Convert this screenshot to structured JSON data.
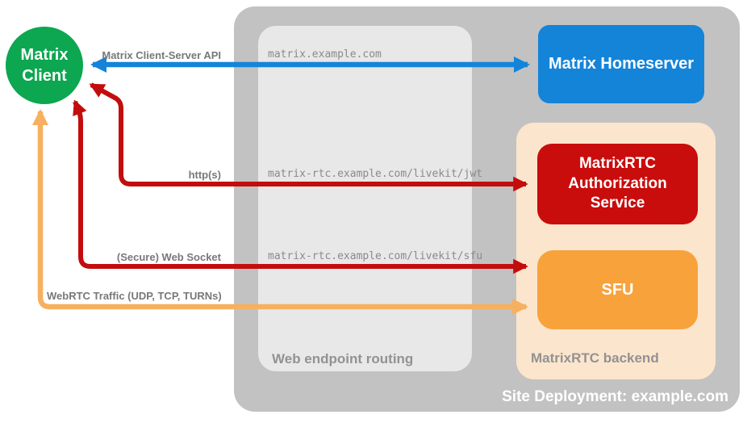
{
  "title": "MatrixRTC site deployment diagram",
  "client": {
    "label": "Matrix Client"
  },
  "homeserver": {
    "label": "Matrix Homeserver"
  },
  "site": {
    "label": "Site Deployment: example.com"
  },
  "routing": {
    "label": "Web endpoint routing",
    "endpoints": [
      "matrix.example.com",
      "matrix-rtc.example.com/livekit/jwt",
      "matrix-rtc.example.com/livekit/sfu"
    ]
  },
  "backend": {
    "label": "MatrixRTC backend",
    "auth_service": {
      "label": "MatrixRTC Authorization Service"
    },
    "sfu": {
      "label": "SFU"
    }
  },
  "connections": [
    {
      "label": "Matrix Client-Server API",
      "endpoint": "matrix.example.com",
      "color": "#1484d9",
      "bidirectional": true
    },
    {
      "label": "http(s)",
      "endpoint": "matrix-rtc.example.com/livekit/jwt",
      "color": "#c30d0d",
      "bidirectional": true
    },
    {
      "label": "(Secure) Web Socket",
      "endpoint": "matrix-rtc.example.com/livekit/sfu",
      "color": "#c30d0d",
      "bidirectional": true
    },
    {
      "label": "WebRTC Traffic (UDP, TCP, TURNs)",
      "endpoint": "",
      "color": "#f6b05f",
      "bidirectional": true
    }
  ],
  "colors": {
    "client_green": "#0ca750",
    "homeserver_blue": "#1484d9",
    "service_red": "#c90c0c",
    "sfu_orange": "#f8a23c",
    "arrow_orange": "#f6b05f",
    "site_gray": "#c2c2c2",
    "routing_gray": "#e8e8e8",
    "backend_peach": "#fce5cd"
  }
}
